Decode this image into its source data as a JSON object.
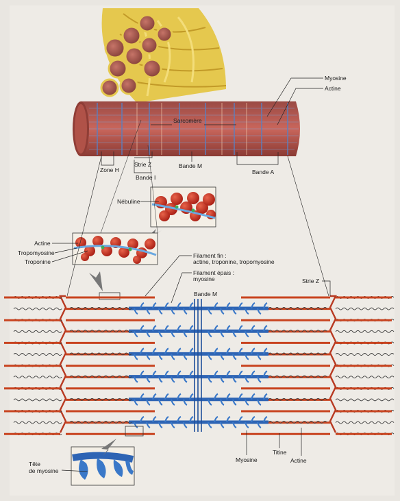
{
  "labels": {
    "myosine_top": "Myosine",
    "actine_top": "Actine",
    "sarcomere": "Sarcomère",
    "zone_h": "Zone H",
    "strie_z_top": "Strie Z",
    "bande_i": "Bande I",
    "bande_m_top": "Bande M",
    "bande_a": "Bande A",
    "nebuline": "Nébuline",
    "actine_mid": "Actine",
    "tropomyosine": "Tropomyosine",
    "troponine": "Troponine",
    "filament_fin_1": "Filament fin :",
    "filament_fin_2": "actine, troponine, tropomyosine",
    "filament_epais_1": "Filament épais :",
    "filament_epais_2": "myosine",
    "bande_m_bottom": "Bande M",
    "strie_z_bottom": "Strie Z",
    "myosine_bottom": "Myosine",
    "titine": "Titine",
    "actine_bottom": "Actine",
    "tete_1": "Tête",
    "tete_2": "de myosine"
  },
  "colors": {
    "page": "#e9e6e1",
    "muscle_red": "#b8544a",
    "muscle_dark": "#8e3a33",
    "tendon_yellow": "#e3c64a",
    "actin_red": "#c83a22",
    "actin_ball": "#c42a1e",
    "myosin_blue": "#3a78c8",
    "tropomyosin_blue": "#6aa8e0",
    "titin_gray": "#4a4a4a"
  }
}
